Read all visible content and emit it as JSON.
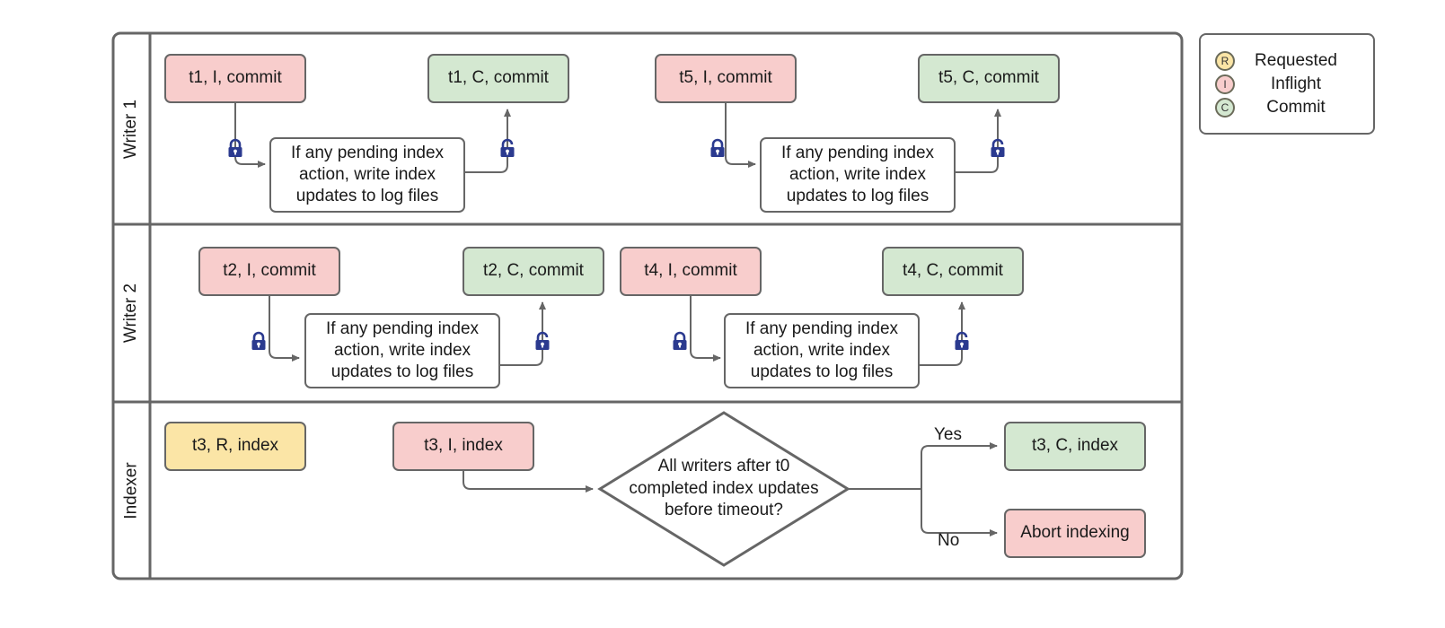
{
  "diagram": {
    "title": "Writer / Indexer swimlane flow",
    "colors": {
      "inflight": "#f8cdcc",
      "commit": "#d4e8d1",
      "requested": "#fbe5a6",
      "stroke": "#666666",
      "lock": "#2b3a8f",
      "text": "#1a1a1a"
    }
  },
  "lanes": [
    {
      "label": "Writer 1"
    },
    {
      "label": "Writer 2"
    },
    {
      "label": "Indexer"
    }
  ],
  "writer1": {
    "t1_inflight": "t1, I, commit",
    "t1_commit": "t1, C, commit",
    "process_a": "If any pending index\naction, write index\nupdates to log files",
    "t5_inflight": "t5, I, commit",
    "t5_commit": "t5, C, commit",
    "process_b": "If any pending index\naction, write index\nupdates to log files"
  },
  "writer2": {
    "t2_inflight": "t2, I, commit",
    "t2_commit": "t2, C, commit",
    "process_a": "If any pending index\naction, write index\nupdates to log files",
    "t4_inflight": "t4, I, commit",
    "t4_commit": "t4, C, commit",
    "process_b": "If any pending index\naction, write index\nupdates to log files"
  },
  "indexer": {
    "t3_requested": "t3, R, index",
    "t3_inflight": "t3, I, index",
    "decision": "All writers after t0\ncompleted index updates\nbefore timeout?",
    "yes_label": "Yes",
    "no_label": "No",
    "t3_commit": "t3, C, index",
    "abort": "Abort indexing"
  },
  "legend": {
    "items": [
      {
        "code": "R",
        "label": "Requested",
        "color": "#fbe5a6"
      },
      {
        "code": "I",
        "label": "Inflight",
        "color": "#f8cdcc"
      },
      {
        "code": "C",
        "label": "Commit",
        "color": "#f8cdcc"
      }
    ]
  }
}
